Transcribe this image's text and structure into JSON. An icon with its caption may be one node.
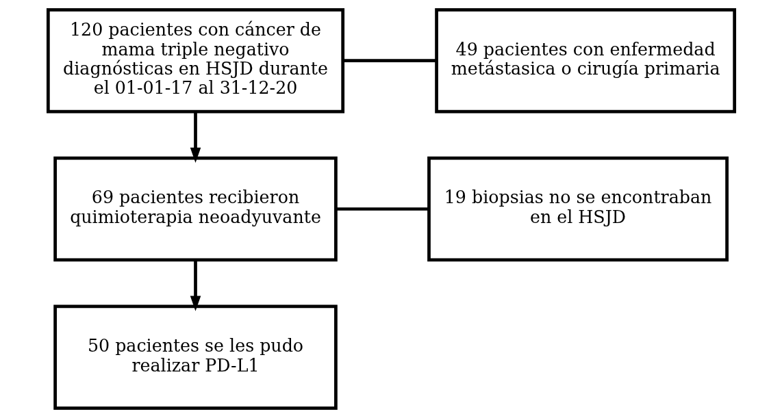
{
  "diagram": {
    "nodes": [
      {
        "text": [
          "120 pacientes con cáncer de mama triple negativo diagnósticas en HSJD durante el 01-01-17 al 31-12-20"
        ]
      },
      {
        "text": [
          "49 pacientes con enfermedad metástasica o cirugía primaria"
        ]
      },
      {
        "text": [
          "69 pacientes recibieron quimioterapia neoadyuvante"
        ]
      },
      {
        "text": [
          "19 biopsias no se encontraban en el HSJD"
        ]
      },
      {
        "text": [
          "50 pacientes se les pudo realizar PD-L1"
        ]
      }
    ],
    "edges": [
      {
        "from": 0,
        "to": 1,
        "arrow": "none"
      },
      {
        "from": 0,
        "to": 2,
        "arrow": "to"
      },
      {
        "from": 2,
        "to": 3,
        "arrow": "none"
      },
      {
        "from": 2,
        "to": 4,
        "arrow": "to"
      }
    ]
  }
}
